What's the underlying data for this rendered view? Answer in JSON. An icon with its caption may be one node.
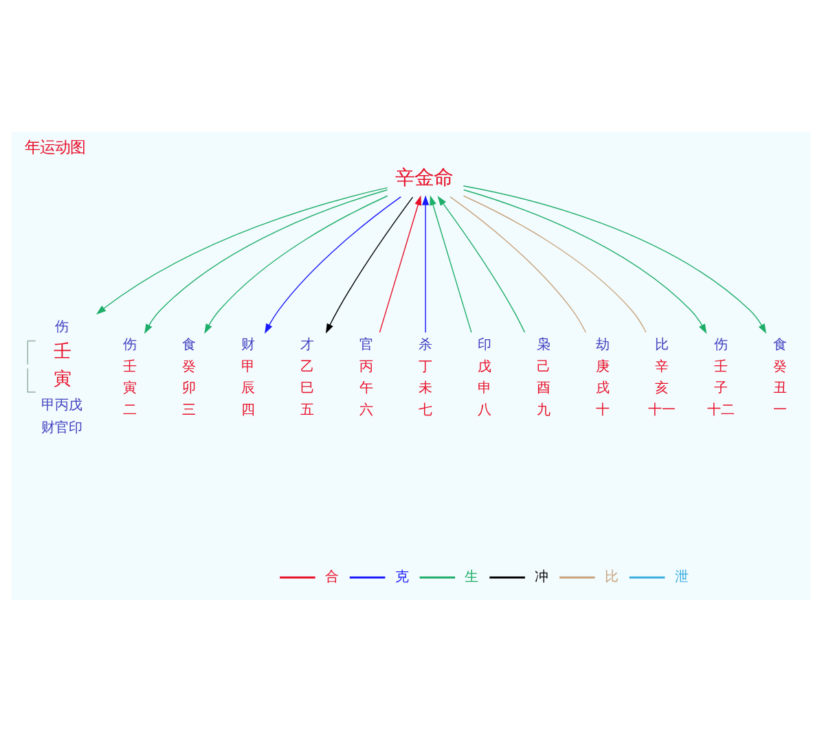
{
  "diagram": {
    "title": "年运动图",
    "nodes": [
      {
        "text": [
          "辛金命"
        ]
      },
      {
        "text": [
          "伤",
          "壬",
          "寅",
          "甲丙戊",
          "财官印"
        ]
      },
      {
        "text": [
          "伤",
          "壬",
          "寅",
          "二"
        ]
      },
      {
        "text": [
          "食",
          "癸",
          "卯",
          "三"
        ]
      },
      {
        "text": [
          "财",
          "甲",
          "辰",
          "四"
        ]
      },
      {
        "text": [
          "才",
          "乙",
          "巳",
          "五"
        ]
      },
      {
        "text": [
          "官",
          "丙",
          "午",
          "六"
        ]
      },
      {
        "text": [
          "杀",
          "丁",
          "未",
          "七"
        ]
      },
      {
        "text": [
          "印",
          "戊",
          "申",
          "八"
        ]
      },
      {
        "text": [
          "枭",
          "己",
          "酉",
          "九"
        ]
      },
      {
        "text": [
          "劫",
          "庚",
          "戌",
          "十"
        ]
      },
      {
        "text": [
          "比",
          "辛",
          "亥",
          "十一"
        ]
      },
      {
        "text": [
          "伤",
          "壬",
          "子",
          "十二"
        ]
      },
      {
        "text": [
          "食",
          "癸",
          "丑",
          "一"
        ]
      }
    ],
    "edges": [
      {
        "from": 0,
        "to": 1,
        "arrow": "to"
      },
      {
        "from": 0,
        "to": 2,
        "arrow": "to"
      },
      {
        "from": 0,
        "to": 3,
        "arrow": "to"
      },
      {
        "from": 0,
        "to": 4,
        "arrow": "to",
        "color": "#1a1aff"
      },
      {
        "from": 0,
        "to": 5,
        "arrow": "to",
        "color": "#000000"
      },
      {
        "from": 6,
        "to": 0,
        "arrow": "to",
        "color": "#e8102a"
      },
      {
        "from": 7,
        "to": 0,
        "arrow": "to",
        "color": "#1a1aff"
      },
      {
        "from": 8,
        "to": 0,
        "arrow": "to"
      },
      {
        "from": 9,
        "to": 0,
        "arrow": "to"
      },
      {
        "from": 0,
        "to": 10,
        "arrow": "none",
        "color": "#c8a47e"
      },
      {
        "from": 0,
        "to": 11,
        "arrow": "none",
        "color": "#c8a47e"
      },
      {
        "from": 0,
        "to": 12,
        "arrow": "to"
      },
      {
        "from": 0,
        "to": 13,
        "arrow": "to"
      }
    ],
    "legend": [
      {
        "text": "合",
        "color": "#e8102a"
      },
      {
        "text": "克",
        "color": "#1a1aff"
      },
      {
        "text": "生",
        "color": "#1fae6a"
      },
      {
        "text": "冲",
        "color": "#000000"
      },
      {
        "text": "比",
        "color": "#c8a47e"
      },
      {
        "text": "泄",
        "color": "#3aaee0"
      }
    ]
  }
}
